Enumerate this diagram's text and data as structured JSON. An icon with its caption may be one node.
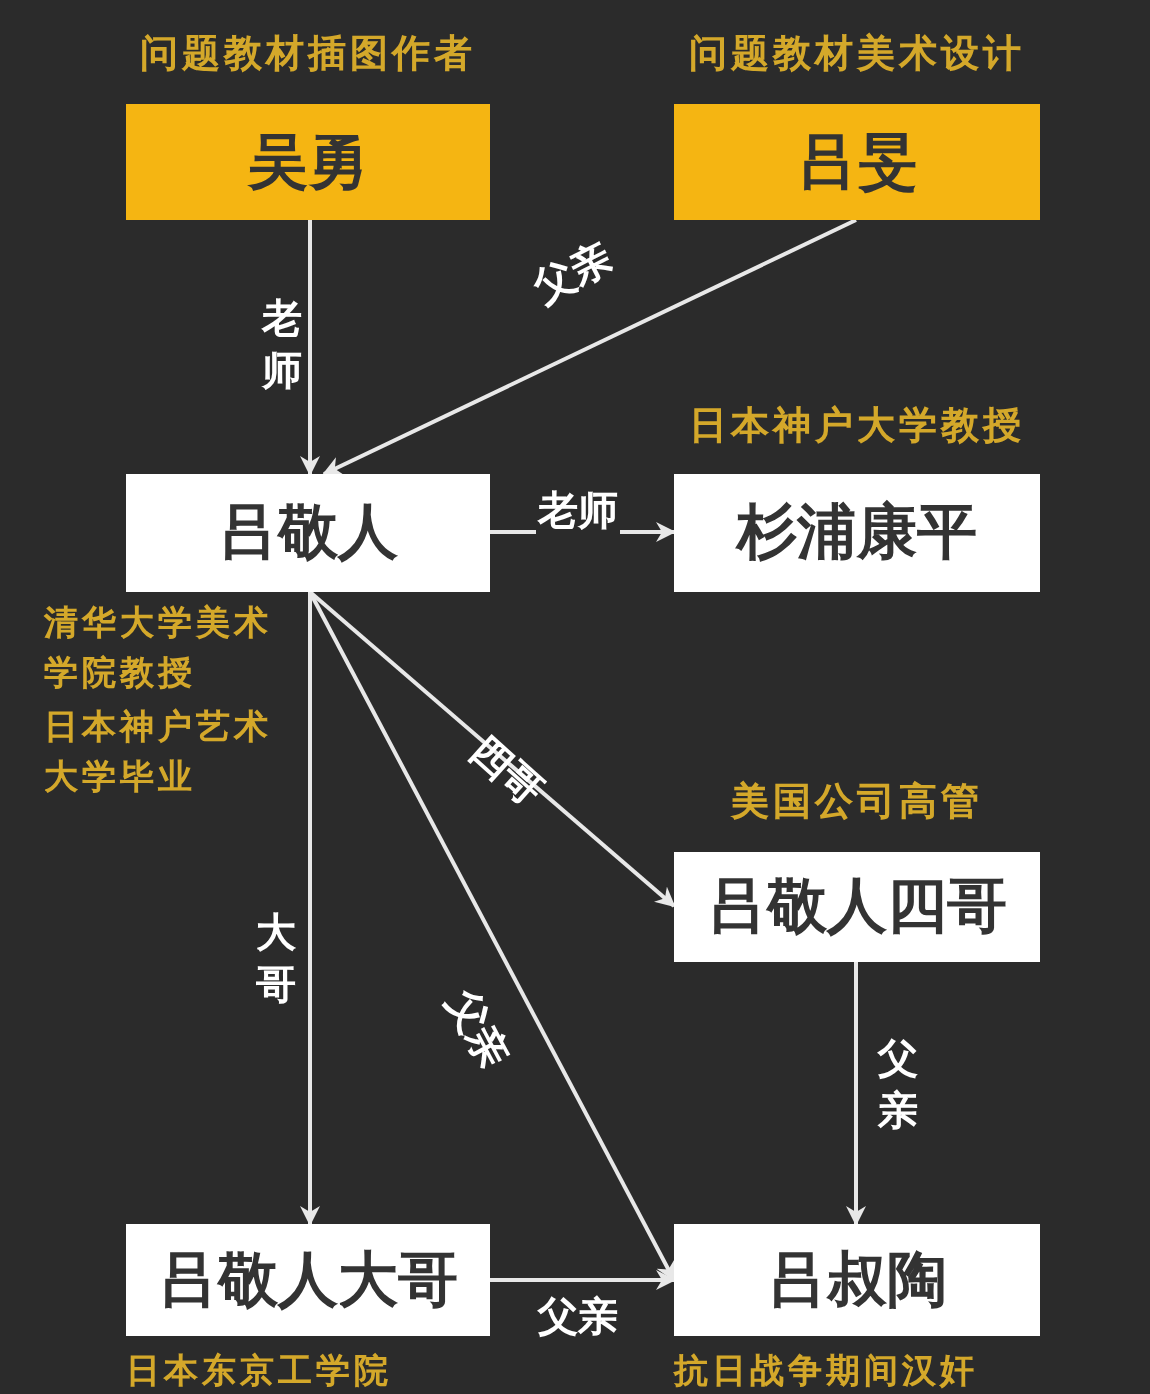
{
  "diagram": {
    "nodes": [
      {
        "text": [
          "问题教材插图作者",
          "吴勇"
        ]
      },
      {
        "text": [
          "问题教材美术设计",
          "吕旻"
        ]
      },
      {
        "text": [
          "吕敬人"
        ],
        "beside": [
          "清华大学美术学院教授",
          "日本神户艺术大学毕业"
        ]
      },
      {
        "text": [
          "日本神户大学教授",
          "杉浦康平"
        ]
      },
      {
        "text": [
          "美国公司高管",
          "吕敬人四哥"
        ]
      },
      {
        "text": [
          "吕敬人大哥"
        ],
        "beside": [
          "日本东京工学院"
        ]
      },
      {
        "text": [
          "吕叔陶"
        ],
        "beside": [
          "抗日战争期间汉奸"
        ]
      }
    ],
    "edges": [
      {
        "from": 0,
        "to": 2,
        "arrow": "to",
        "label": "老师"
      },
      {
        "from": 1,
        "to": 2,
        "arrow": "to",
        "label": "父亲"
      },
      {
        "from": 2,
        "to": 3,
        "arrow": "to",
        "label": "老师"
      },
      {
        "from": 2,
        "to": 4,
        "arrow": "to",
        "label": "四哥"
      },
      {
        "from": 2,
        "to": 5,
        "arrow": "to",
        "label": "大哥"
      },
      {
        "from": 2,
        "to": 6,
        "arrow": "to",
        "label": "父亲"
      },
      {
        "from": 4,
        "to": 6,
        "arrow": "to",
        "label": "父亲"
      },
      {
        "from": 5,
        "to": 6,
        "arrow": "to",
        "label": "父亲"
      }
    ]
  }
}
